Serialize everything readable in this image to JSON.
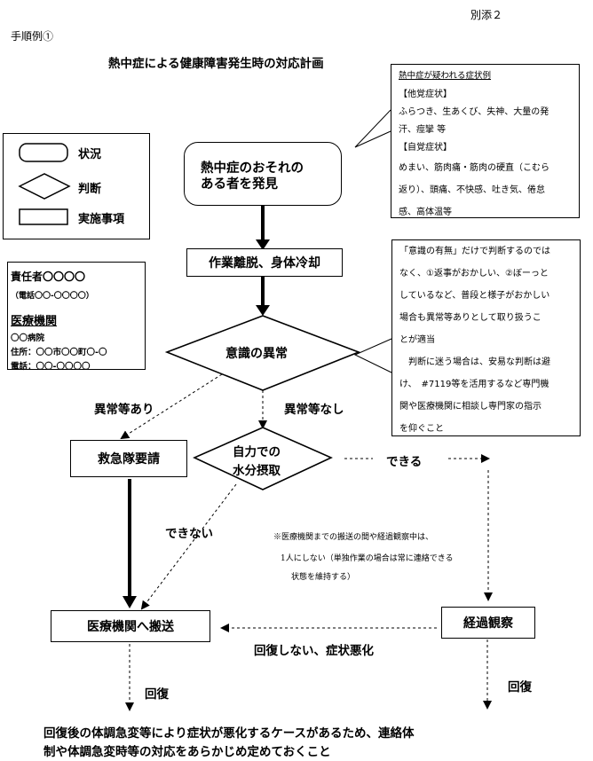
{
  "header": {
    "annex": "別添２",
    "example_label": "手順例①",
    "title": "熱中症による健康障害発生時の対応計画"
  },
  "legend": {
    "situation": "状況",
    "judgment": "判断",
    "action": "実施事項"
  },
  "contact": {
    "responsible": "責任者〇〇〇〇",
    "phone_line": "（電話〇〇-〇〇〇〇）",
    "facility_heading": "医療機関",
    "hospital": "〇〇病院",
    "address": "住所：〇〇市〇〇町〇-〇",
    "phone": "電話：〇〇-〇〇〇〇"
  },
  "flow": {
    "discover_line1": "熱中症のおそれの",
    "discover_line2": "ある者を発見",
    "cooling": "作業離脱、身体冷却",
    "consciousness": "意識の異常",
    "abnormal_yes": "異常等あり",
    "abnormal_no": "異常等なし",
    "ambulance": "救急隊要請",
    "hydration_line1": "自力での",
    "hydration_line2": "水分摂取",
    "can": "できる",
    "cannot": "できない",
    "transport": "医療機関へ搬送",
    "observe": "経過観察",
    "not_recover": "回復しない、症状悪化",
    "recover_left": "回復",
    "recover_right": "回復"
  },
  "symptoms": {
    "heading": "熱中症が疑われる症状例",
    "objective_heading": "【他覚症状】",
    "objective_line1": "ふらつき、生あくび、失神、大量の発",
    "objective_line2": "汗、痙攣 等",
    "subjective_heading": "【自覚症状】",
    "subjective_line1": "めまい、筋肉痛・筋肉の硬直（こむら",
    "subjective_line2": "返り）、頭痛、不快感、吐き気、倦怠",
    "subjective_line3": "感、高体温等"
  },
  "judgment_note": {
    "line1": "「意識の有無」だけで判断するのでは",
    "line2": "なく、①返事がおかしい、②ぼーっと",
    "line3": "しているなど、普段と様子がおかしい",
    "line4": "場合も異常等ありとして取り扱うこ",
    "line5": "とが適当",
    "line6": "　判断に迷う場合は、安易な判断は避",
    "line7": "け、　#7119等を活用するなど専門機",
    "line8": "関や医療機関に相談し専門家の指示",
    "line9": "を仰ぐこと"
  },
  "transport_note": {
    "line1": "※医療機関までの搬送の間や経過観察中は、",
    "line2": "1人にしない（単独作業の場合は常に連絡できる",
    "line3": "状態を維持する）"
  },
  "footer": {
    "line1": "回復後の体調急変等により症状が悪化するケースがあるため、連絡体",
    "line2": "制や体調急変時等の対応をあらかじめ定めておくこと"
  }
}
